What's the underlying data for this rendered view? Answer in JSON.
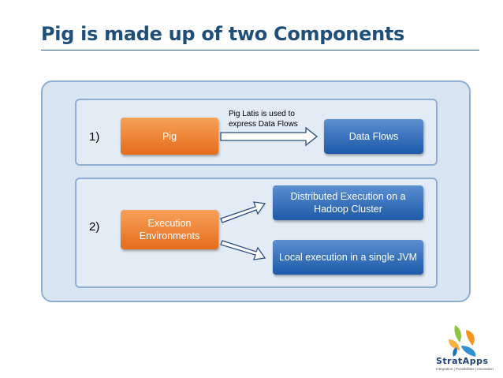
{
  "title": "Pig is made up of two Components",
  "section1": {
    "number": "1)",
    "source": "Pig",
    "note_line1": "Pig Latis is used to",
    "note_line2": "express Data Flows",
    "target": "Data Flows"
  },
  "section2": {
    "number": "2)",
    "source_line1": "Execution",
    "source_line2": "Environments",
    "target1_line1": "Distributed Execution on a",
    "target1_line2": "Hadoop Cluster",
    "target2": "Local execution in a single JVM"
  },
  "logo": {
    "name": "StratApps",
    "tagline": "Integration | Possibilities | Innovation"
  },
  "colors": {
    "title": "#1f4e79",
    "orange_box": "#e56c1a",
    "blue_box": "#1d5aa8",
    "panel_fill": "#dae5f2",
    "panel_border": "#8eaed2"
  }
}
